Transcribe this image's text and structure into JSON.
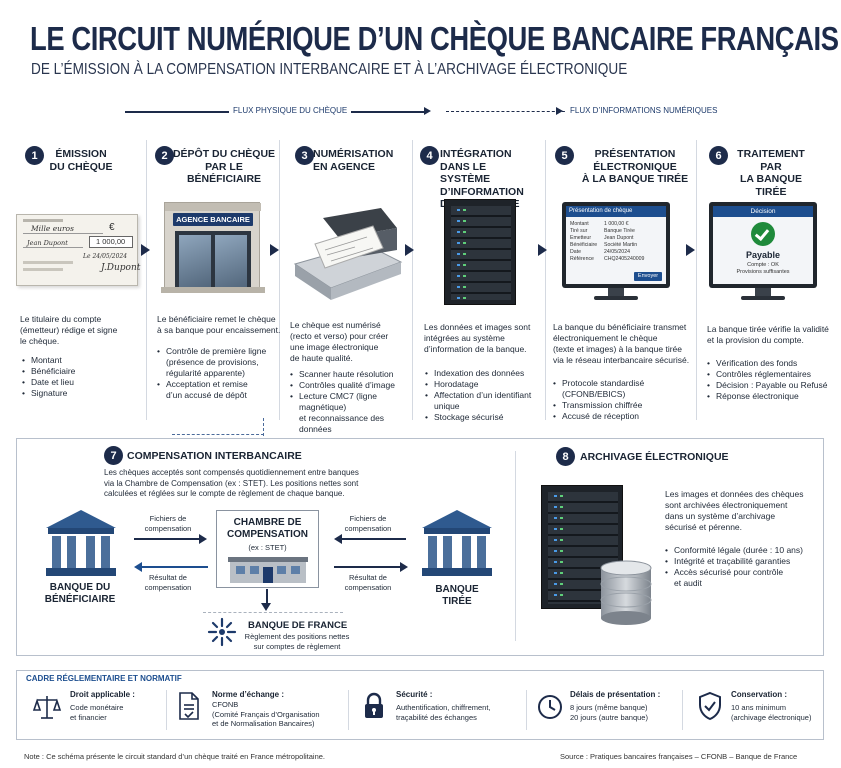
{
  "header": {
    "title": "LE CIRCUIT NUMÉRIQUE D’UN CHÈQUE BANCAIRE FRANÇAIS",
    "subtitle": "DE L’ÉMISSION À LA COMPENSATION INTERBANCAIRE ET À L’ARCHIVAGE ÉLECTRONIQUE"
  },
  "flows": {
    "physical": "FLUX PHYSIQUE DU CHÈQUE",
    "digital": "FLUX D’INFORMATIONS NUMÉRIQUES"
  },
  "steps": [
    {
      "num": "1",
      "title_l1": "ÉMISSION",
      "title_l2": "DU CHÈQUE",
      "title_l3": "",
      "desc": [
        "Le titulaire du compte",
        "(émetteur) rédige et signe",
        "le chèque."
      ],
      "bullets": [
        "Montant",
        "Bénéficiaire",
        "Date et lieu",
        "Signature"
      ]
    },
    {
      "num": "2",
      "title_l1": "DÉPÔT DU CHÈQUE",
      "title_l2": "PAR LE BÉNÉFICIAIRE",
      "title_l3": "",
      "desc": [
        "Le bénéficiaire remet le chèque",
        "à sa banque pour encaissement."
      ],
      "bullets": [
        "Contrôle de première ligne",
        "(présence de provisions,",
        "régularité apparente)",
        "Acceptation et remise",
        "d’un accusé de dépôt"
      ]
    },
    {
      "num": "3",
      "title_l1": "NUMÉRISATION",
      "title_l2": "EN AGENCE",
      "title_l3": "",
      "desc": [
        "Le chèque est numérisé",
        "(recto et verso) pour créer",
        "une image électronique",
        "de haute qualité."
      ],
      "bullets": [
        "Scanner haute résolution",
        "Contrôles qualité d’image",
        "Lecture CMC7 (ligne magnétique)",
        "et reconnaissance des données"
      ]
    },
    {
      "num": "4",
      "title_l1": "INTÉGRATION DANS LE",
      "title_l2": "SYSTÈME D’INFORMATION",
      "title_l3": "DE LA BANQUE",
      "desc": [
        "Les données et images sont",
        "intégrées au système",
        "d’information de la banque."
      ],
      "bullets": [
        "Indexation des données",
        "Horodatage",
        "Affectation d’un identifiant unique",
        "Stockage sécurisé"
      ]
    },
    {
      "num": "5",
      "title_l1": "PRÉSENTATION ÉLECTRONIQUE",
      "title_l2": "À LA BANQUE TIRÉE",
      "title_l3": "",
      "desc": [
        "La banque du bénéficiaire transmet",
        "électroniquement le chèque",
        "(texte et images) à la banque tirée",
        "via le réseau interbancaire sécurisé."
      ],
      "bullets": [
        "Protocole standardisé (CFONB/EBICS)",
        "Transmission chiffrée",
        "Accusé de réception"
      ]
    },
    {
      "num": "6",
      "title_l1": "TRAITEMENT PAR",
      "title_l2": "LA BANQUE TIRÉE",
      "title_l3": "",
      "desc": [
        "La banque tirée vérifie la validité",
        "et la provision du compte."
      ],
      "bullets": [
        "Vérification des fonds",
        "Contrôles réglementaires",
        "Décision : Payable ou Refusé",
        "Réponse électronique"
      ]
    }
  ],
  "illustrations": {
    "cheque_lines": [
      "Mille euros",
      "Jean Dupont",
      "1 000,00",
      "Le 24/05/2024",
      "€"
    ],
    "agency_sign": "AGENCE BANCAIRE",
    "presentation": {
      "title": "Présentation de chèque",
      "rows": [
        [
          "Montant",
          "1 000,00 €"
        ],
        [
          "Tiré sur",
          "Banque Tirée"
        ],
        [
          "Emetteur",
          "Jean Dupont"
        ],
        [
          "Bénéficiaire",
          "Société Martin"
        ],
        [
          "Date",
          "24/05/2024"
        ],
        [
          "Référence",
          "CHQ2405240009"
        ]
      ],
      "button": "Envoyer"
    },
    "decision": {
      "title": "Décision",
      "status": "Payable",
      "lines": [
        "Compte : OK",
        "Provisions suffisantes"
      ]
    }
  },
  "compensation": {
    "num": "7",
    "title": "COMPENSATION INTERBANCAIRE",
    "desc": [
      "Les chèques acceptés sont compensés quotidiennement entre banques",
      "via la Chambre de Compensation (ex : STET). Les positions nettes sont",
      "calculées et réglées sur le compte de règlement de chaque banque."
    ],
    "bank_left": [
      "BANQUE DU",
      "BÉNÉFICIAIRE"
    ],
    "bank_right": [
      "BANQUE",
      "TIRÉE"
    ],
    "chamber": [
      "CHAMBRE DE",
      "COMPENSATION",
      "(ex : STET)"
    ],
    "files_left": [
      "Fichiers de",
      "compensation"
    ],
    "result_left": [
      "Résultat de",
      "compensation"
    ],
    "files_right": [
      "Fichiers de",
      "compensation"
    ],
    "result_right": [
      "Résultat de",
      "compensation"
    ],
    "bdf_title": "BANQUE DE FRANCE",
    "bdf_desc": [
      "Règlement des positions nettes",
      "sur comptes de règlement"
    ]
  },
  "archiving": {
    "num": "8",
    "title": "ARCHIVAGE ÉLECTRONIQUE",
    "desc": [
      "Les images et données des chèques",
      "sont archivées électroniquement",
      "dans un système d’archivage",
      "sécurisé et pérenne."
    ],
    "bullets": [
      "Conformité légale (durée : 10 ans)",
      "Intégrité et traçabilité garanties",
      "Accès sécurisé pour contrôle",
      "et audit"
    ]
  },
  "regulatory": {
    "title": "CADRE RÉGLEMENTAIRE ET NORMATIF",
    "items": [
      {
        "icon": "scales-icon",
        "label": "Droit applicable :",
        "lines": [
          "Code monétaire",
          "et financier"
        ]
      },
      {
        "icon": "document-icon",
        "label": "Norme d’échange :",
        "lines": [
          "CFONB",
          "(Comité Français d’Organisation",
          "et de Normalisation Bancaires)"
        ]
      },
      {
        "icon": "lock-icon",
        "label": "Sécurité :",
        "lines": [
          "Authentification, chiffrement,",
          "traçabilité des échanges"
        ]
      },
      {
        "icon": "clock-icon",
        "label": "Délais de présentation :",
        "lines": [
          "8 jours (même banque)",
          "20 jours (autre banque)"
        ]
      },
      {
        "icon": "shield-icon",
        "label": "Conservation :",
        "lines": [
          "10 ans minimum",
          "(archivage électronique)"
        ]
      }
    ]
  },
  "footer": {
    "note": "Note : Ce schéma présente le circuit standard d’un chèque traité en France métropolitaine.",
    "source": "Source : Pratiques bancaires françaises – CFONB – Banque de France"
  },
  "colors": {
    "navy": "#1d2b4a",
    "accent": "#1d4e8f",
    "green": "#1f8a3b"
  }
}
